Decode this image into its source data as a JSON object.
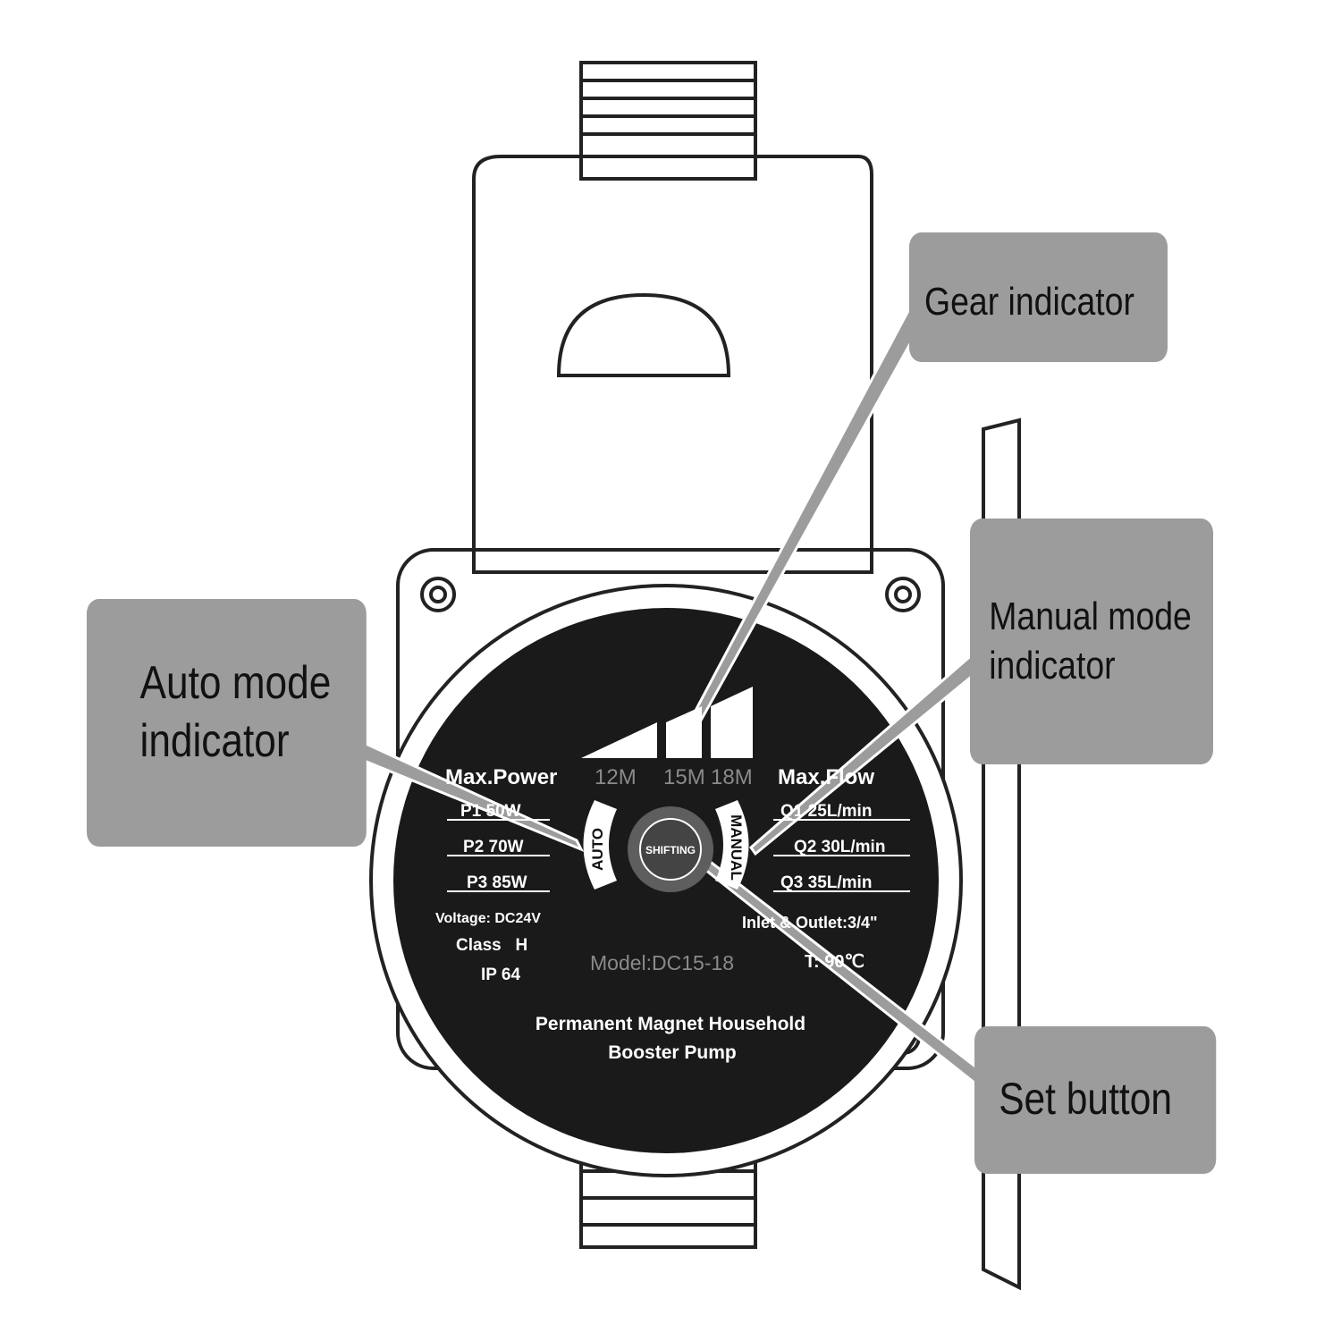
{
  "face": {
    "left": {
      "title": "Max.Power",
      "rows": [
        "P1 50W",
        "P2 70W",
        "P3 85W"
      ],
      "voltage": "Voltage: DC24V",
      "class": "Class   H",
      "ip": "IP 64"
    },
    "right": {
      "title": "Max.Flow",
      "rows": [
        "Q1 25L/min",
        "Q2 30L/min",
        "Q3 35L/min"
      ],
      "inlet": "Inlet & Outlet:3/4\"",
      "temp": "T: 90℃"
    },
    "gears": [
      "12M",
      "15M",
      "18M"
    ],
    "auto": "AUTO",
    "manual": "MANUAL",
    "button": "SHIFTING",
    "model": "Model:DC15-18",
    "product": [
      "Permanent Magnet Household",
      "Booster Pump"
    ]
  },
  "callouts": {
    "gear": "Gear indicator",
    "manual": [
      "Manual mode",
      "indicator"
    ],
    "auto": [
      "Auto mode",
      "indicator"
    ],
    "set": "Set button"
  },
  "colors": {
    "callout": "#9c9c9c",
    "face": "#1a1a1a",
    "gray_text": "#8a8a8a"
  }
}
